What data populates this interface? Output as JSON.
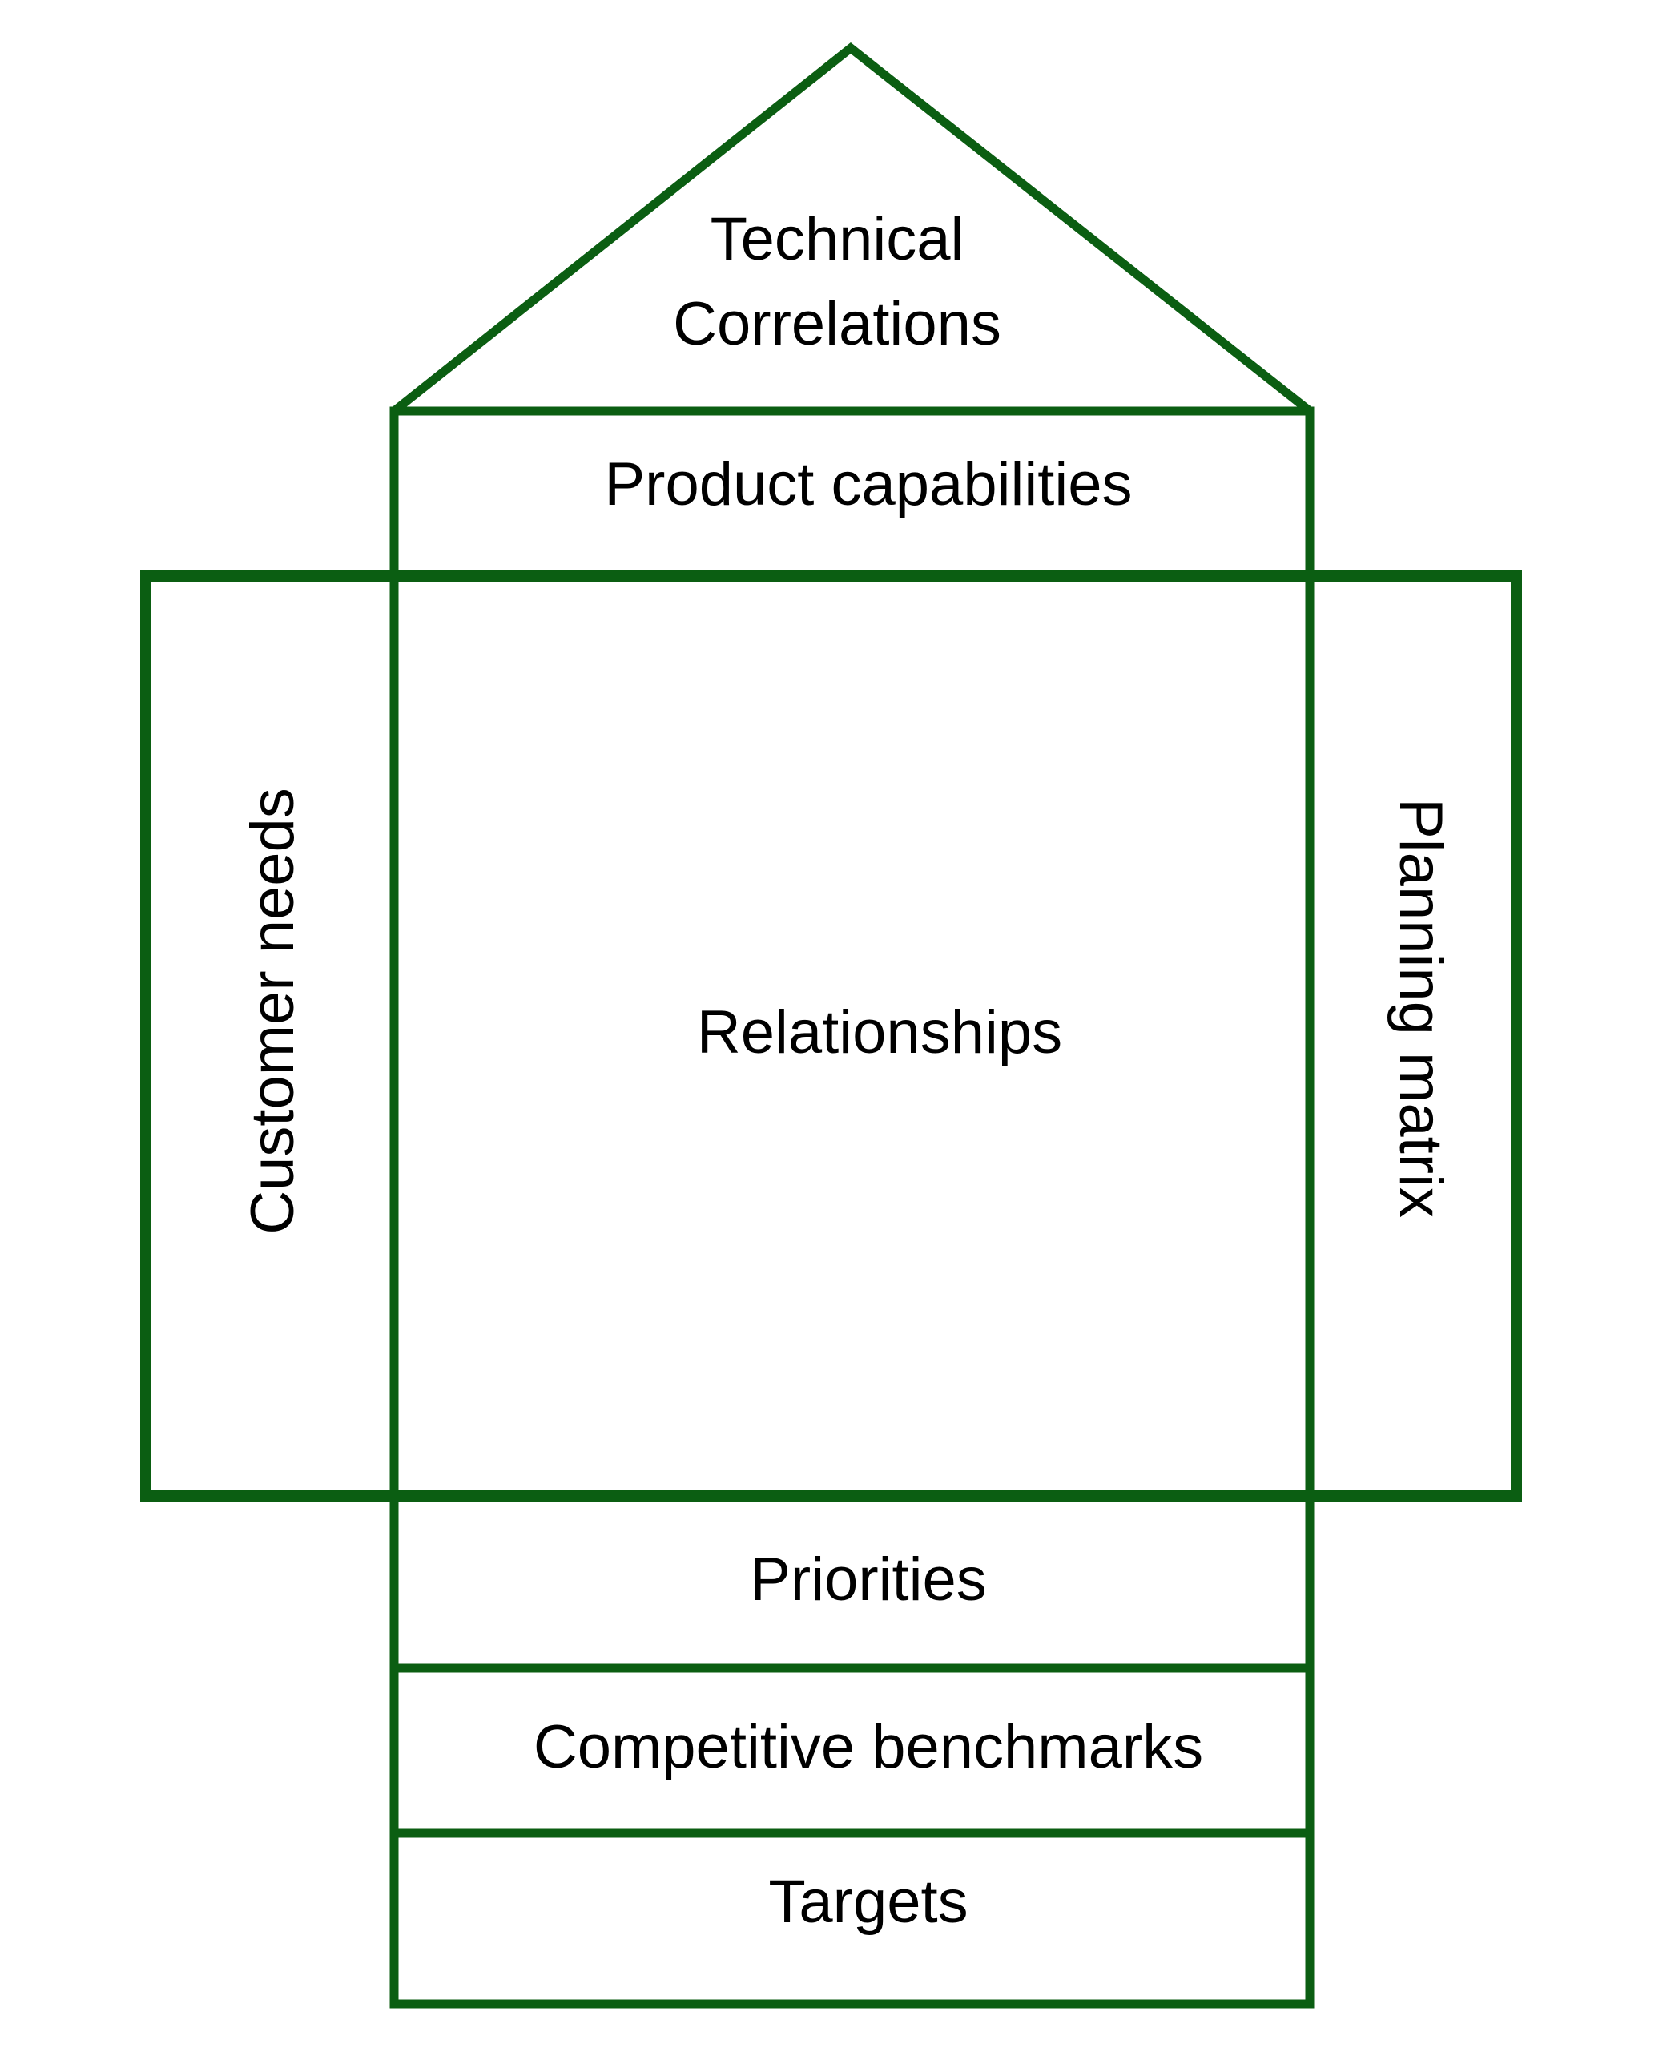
{
  "diagram": {
    "stroke_color": "#0b5e12",
    "text_color": "#000000",
    "labels": {
      "roof_line1": "Technical",
      "roof_line2": "Correlations",
      "product_capabilities": "Product capabilities",
      "customer_needs": "Customer needs",
      "relationships": "Relationships",
      "planning_matrix": "Planning matrix",
      "priorities": "Priorities",
      "competitive_benchmarks": "Competitive benchmarks",
      "targets": "Targets"
    }
  }
}
